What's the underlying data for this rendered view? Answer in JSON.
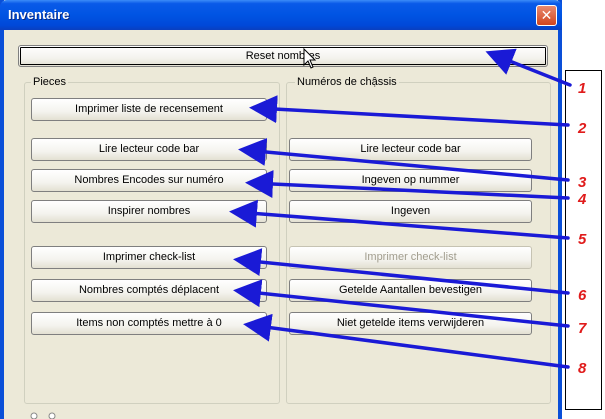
{
  "window": {
    "title": "Inventaire",
    "close_glyph": "✕"
  },
  "reset_button": "Reset nombres",
  "groups": {
    "pieces": {
      "label": "Pieces",
      "buttons": [
        "Imprimer liste de recensement",
        "Lire lecteur code bar",
        "Nombres Encodes sur numéro",
        "Inspirer nombres",
        "Imprimer check-list",
        "Nombres comptés déplacent",
        "Items non comptés mettre à 0"
      ]
    },
    "chassis": {
      "label": "Numéros de chậssis",
      "buttons": [
        "Lire lecteur code bar",
        "Ingeven op nummer",
        "Ingeven",
        "Imprimer check-list",
        "Getelde Aantallen bevestigen",
        "Niet getelde items verwijderen"
      ]
    }
  },
  "annotations": [
    "1",
    "2",
    "3",
    "4",
    "5",
    "6",
    "7",
    "8"
  ],
  "colors": {
    "arrow": "#1a1ad6",
    "number": "#e01b1b",
    "title_bar": "#0054e3"
  }
}
